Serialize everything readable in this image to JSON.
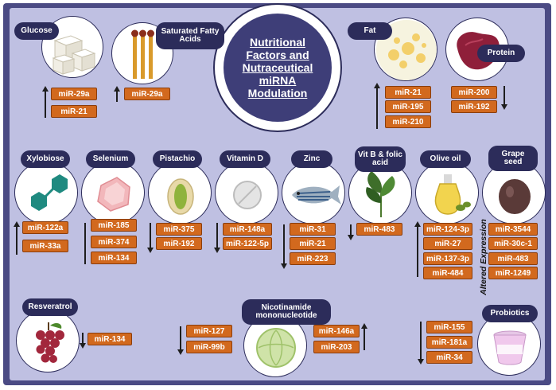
{
  "title": [
    "Nutritional",
    "Factors and",
    "Nutraceutical",
    "miRNA",
    "Modulation"
  ],
  "side_label": "Altered Expression",
  "colors": {
    "frame": "#4b4b84",
    "panel": "#bfc0e2",
    "label": "#2c2c5a",
    "mirna_box": "#d2691e",
    "title_disc": "#3e3e78"
  },
  "nutrients": [
    {
      "label": "Glucose",
      "icon": "sugar-cubes-icon",
      "direction": "up",
      "mirnas": [
        "miR-29a",
        "miR-21"
      ]
    },
    {
      "label": "Saturated Fatty Acids",
      "icon": "matches-icon",
      "direction": "up",
      "mirnas": [
        "miR-29a"
      ]
    },
    {
      "label": "Fat",
      "icon": "fat-droplets-icon",
      "direction": "up",
      "mirnas": [
        "miR-21",
        "miR-195",
        "miR-210"
      ]
    },
    {
      "label": "Protein",
      "icon": "meat-icon",
      "direction": "down",
      "mirnas": [
        "miR-200",
        "miR-192"
      ]
    },
    {
      "label": "Xylobiose",
      "icon": "hexagon-molecule-icon",
      "direction": "up",
      "mirnas": [
        "miR-122a",
        "miR-33a"
      ]
    },
    {
      "label": "Selenium",
      "icon": "crystal-icon",
      "direction": "down",
      "mirnas": [
        "miR-185",
        "miR-374",
        "miR-134"
      ]
    },
    {
      "label": "Pistachio",
      "icon": "pistachio-icon",
      "direction": "down",
      "mirnas": [
        "miR-375",
        "miR-192"
      ]
    },
    {
      "label": "Vitamin D",
      "icon": "pill-icon",
      "direction": "down",
      "mirnas": [
        "miR-148a",
        "miR-122-5p"
      ]
    },
    {
      "label": "Zinc",
      "icon": "zebrafish-icon",
      "direction": "down",
      "mirnas": [
        "miR-31",
        "miR-21",
        "miR-223"
      ]
    },
    {
      "label": "Vit B & folic acid",
      "icon": "spinach-icon",
      "direction": "down",
      "mirnas": [
        "miR-483"
      ]
    },
    {
      "label": "Olive oil",
      "icon": "olive-oil-icon",
      "direction": "up",
      "mirnas": [
        "miR-124-3p",
        "miR-27",
        "miR-137-3p",
        "miR-484"
      ]
    },
    {
      "label": "Grape seed",
      "icon": "grape-seed-icon",
      "direction": "none",
      "mirnas": [
        "miR-3544",
        "miR-30c-1",
        "miR-483",
        "miR-1249"
      ]
    },
    {
      "label": "Resveratrol",
      "icon": "grapes-icon",
      "direction": "down",
      "mirnas": [
        "miR-134"
      ]
    },
    {
      "label": "Nicotinamide mononucleotide",
      "icon": "cabbage-icon",
      "direction": "mixed",
      "mirnas_down": [
        "miR-127",
        "miR-99b"
      ],
      "mirnas_up": [
        "miR-146a",
        "miR-203"
      ]
    },
    {
      "label": "Probiotics",
      "icon": "yogurt-icon",
      "direction": "down",
      "mirnas": [
        "miR-155",
        "miR-181a",
        "miR-34"
      ]
    }
  ]
}
